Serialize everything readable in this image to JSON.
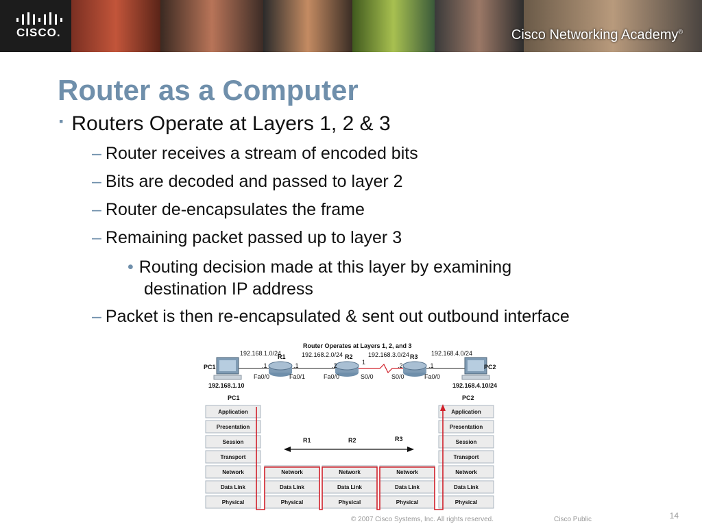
{
  "banner": {
    "logo_text": "CISCO.",
    "academy": "Cisco Networking Academy",
    "trademark": "®"
  },
  "slide": {
    "title": "Router as a Computer",
    "bullet1": "Routers Operate at Layers 1, 2 & 3",
    "sub": [
      "Router receives a stream of encoded bits",
      "Bits are decoded and passed to layer 2",
      "Router de-encapsulates the frame",
      "Remaining packet passed up to layer 3"
    ],
    "subsub_line1": "Routing decision made at this layer by examining",
    "subsub_line2": "destination IP address",
    "sub_last": "Packet is then re-encapsulated & sent out outbound interface",
    "dash": "–",
    "square": "▪",
    "dot": "•"
  },
  "diagram": {
    "title": "Router Operates at Layers 1, 2, and 3",
    "networks": [
      "192.168.1.0/24",
      "192.168.2.0/24",
      "192.168.3.0/24",
      "192.168.4.0/24"
    ],
    "routers": [
      "R1",
      "R2",
      "R3"
    ],
    "pc1": "PC1",
    "pc2": "PC2",
    "pc1_ip": "192.168.1.10",
    "pc2_ip": "192.168.4.10/24",
    "host_octets": [
      ".1",
      ".1",
      ".2",
      "1",
      ".2",
      ".1"
    ],
    "interfaces": [
      "Fa0/0",
      "Fa0/1",
      "Fa0/0",
      "S0/0",
      "S0/0",
      "Fa0/0"
    ],
    "pc_layers": [
      "Application",
      "Presentation",
      "Session",
      "Transport",
      "Network",
      "Data Link",
      "Physical"
    ],
    "router_layers": [
      "Network",
      "Data Link",
      "Physical"
    ],
    "accent_red": "#d0202a",
    "ip_blue": "#1f4fbf"
  },
  "footer": {
    "copyright": "© 2007 Cisco Systems, Inc. All rights reserved.",
    "classification": "Cisco Public",
    "page": "14"
  }
}
